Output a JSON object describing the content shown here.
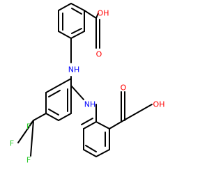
{
  "colors": {
    "bond": "#000000",
    "carbon": "#000000",
    "oxygen": "#ff0000",
    "nitrogen": "#0000ff",
    "fluorine": "#33cc33"
  },
  "atom_labels": {
    "acid1_o": "O",
    "acid1_oh": "OH",
    "nh1": "NH",
    "nh2": "NH",
    "acid2_o": "O",
    "acid2_oh": "OH",
    "f_top": "F",
    "f_left": "F",
    "f_bottom": "F"
  }
}
